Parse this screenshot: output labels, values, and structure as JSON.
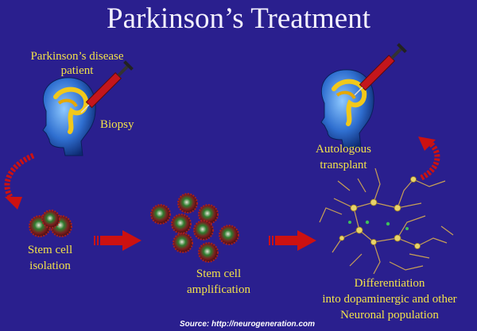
{
  "title": "Parkinson’s Treatment",
  "labels": {
    "patient": "Parkinson’s disease patient",
    "biopsy": "Biopsy",
    "transplant": "Autologous transplant",
    "isolation": "Stem cell isolation",
    "amplification": "Stem cell amplification",
    "differentiation_line1": "Differentiation",
    "differentiation_line2": "into dopaminergic and other",
    "differentiation_line3": "Neuronal population"
  },
  "source": "Source: http://neurogeneration.com",
  "icons": {
    "head_left": "head-profile-icon",
    "head_right": "head-profile-icon",
    "syringe_left": "syringe-icon",
    "syringe_right": "syringe-icon",
    "cells": "stem-cell-icon",
    "neurons": "neuron-network-icon",
    "arrows": "red-arrow-icon"
  },
  "colors": {
    "background": "#2a1f8e",
    "title": "#f4f1ff",
    "label": "#f2e14a",
    "arrow": "#cc1111",
    "source": "#ffffff"
  }
}
